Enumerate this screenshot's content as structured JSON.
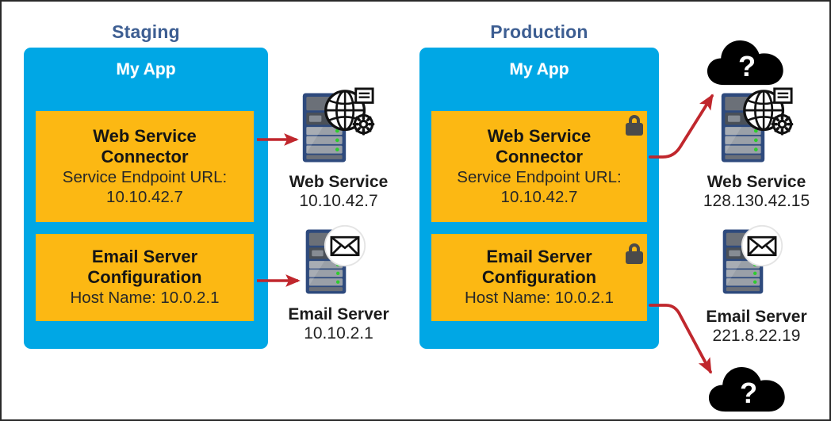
{
  "diagram": {
    "title_color": "#3d5e92",
    "panel_color": "#00a7e5",
    "box_color": "#fcb813",
    "arrow_color": "#c0272d",
    "cloud_color": "#000000"
  },
  "environments": [
    {
      "id": "staging",
      "title": "Staging",
      "app_name": "My App",
      "locked": false,
      "configs": [
        {
          "id": "web-service-connector",
          "title_line1": "Web Service",
          "title_line2": "Connector",
          "field_label": "Service Endpoint URL:",
          "field_value": "10.10.42.7",
          "locked": false
        },
        {
          "id": "email-server-configuration",
          "title_line1": "Email Server",
          "title_line2": "Configuration",
          "field_label": "Host Name: 10.0.2.1",
          "field_value": "",
          "locked": false
        }
      ],
      "endpoints": [
        {
          "id": "web-service",
          "icon": "web-server-globe-gear-icon",
          "name": "Web Service",
          "address": "10.10.42.7",
          "cloud": false
        },
        {
          "id": "email-server",
          "icon": "email-server-envelope-icon",
          "name": "Email Server",
          "address": "10.10.2.1",
          "cloud": false
        }
      ]
    },
    {
      "id": "production",
      "title": "Production",
      "app_name": "My App",
      "locked": true,
      "configs": [
        {
          "id": "web-service-connector",
          "title_line1": "Web Service",
          "title_line2": "Connector",
          "field_label": "Service Endpoint URL:",
          "field_value": "10.10.42.7",
          "locked": true
        },
        {
          "id": "email-server-configuration",
          "title_line1": "Email Server",
          "title_line2": "Configuration",
          "field_label": "Host Name: 10.0.2.1",
          "field_value": "",
          "locked": true
        }
      ],
      "endpoints": [
        {
          "id": "web-service",
          "icon": "web-server-globe-gear-icon",
          "name": "Web Service",
          "address": "128.130.42.15",
          "cloud": true
        },
        {
          "id": "email-server",
          "icon": "email-server-envelope-icon",
          "name": "Email Server",
          "address": "221.8.22.19",
          "cloud": true
        }
      ],
      "unknown_markers": [
        {
          "id": "unknown-target-top",
          "glyph": "?"
        },
        {
          "id": "unknown-target-bottom",
          "glyph": "?"
        }
      ]
    }
  ]
}
